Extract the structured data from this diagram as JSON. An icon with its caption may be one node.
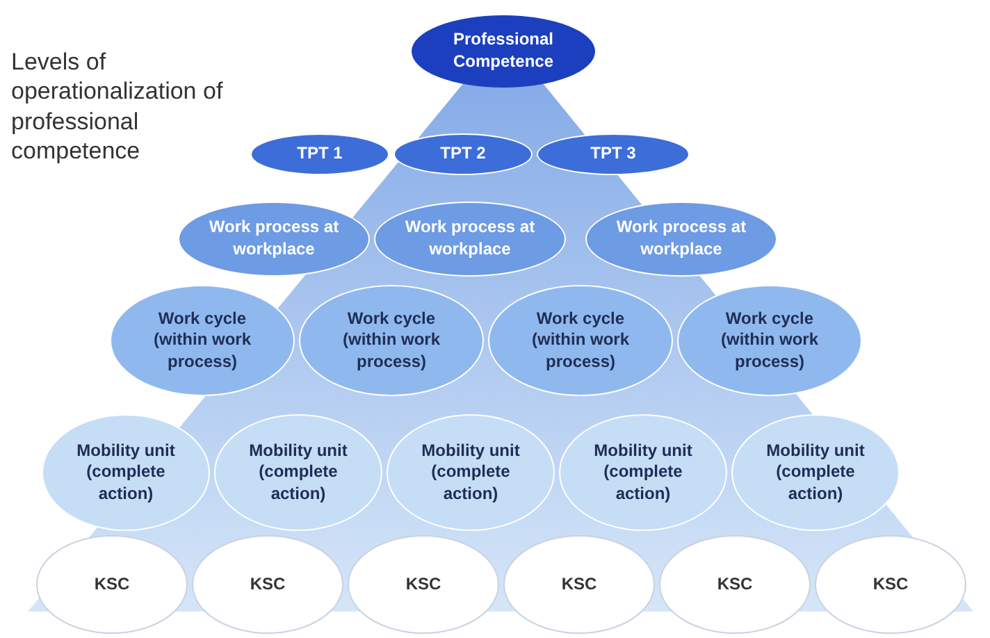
{
  "diagram": {
    "title": "Levels of operationalization of professional competence",
    "nodes": [
      {
        "text": [
          "Professional Competence"
        ]
      },
      {
        "text": [
          "TPT 1"
        ]
      },
      {
        "text": [
          "TPT 2"
        ]
      },
      {
        "text": [
          "TPT 3"
        ]
      },
      {
        "text": [
          "Work process at workplace"
        ]
      },
      {
        "text": [
          "Work process at workplace"
        ]
      },
      {
        "text": [
          "Work process at workplace"
        ]
      },
      {
        "text": [
          "Work cycle (within work process)"
        ]
      },
      {
        "text": [
          "Work cycle (within work process)"
        ]
      },
      {
        "text": [
          "Work cycle (within work process)"
        ]
      },
      {
        "text": [
          "Work cycle (within work process)"
        ]
      },
      {
        "text": [
          "Mobility unit (complete action)"
        ]
      },
      {
        "text": [
          "Mobility unit (complete action)"
        ]
      },
      {
        "text": [
          "Mobility unit (complete action)"
        ]
      },
      {
        "text": [
          "Mobility unit (complete action)"
        ]
      },
      {
        "text": [
          "Mobility unit (complete action)"
        ]
      },
      {
        "text": [
          "KSC"
        ]
      },
      {
        "text": [
          "KSC"
        ]
      },
      {
        "text": [
          "KSC"
        ]
      },
      {
        "text": [
          "KSC"
        ]
      },
      {
        "text": [
          "KSC"
        ]
      },
      {
        "text": [
          "KSC"
        ]
      }
    ],
    "edges": []
  }
}
